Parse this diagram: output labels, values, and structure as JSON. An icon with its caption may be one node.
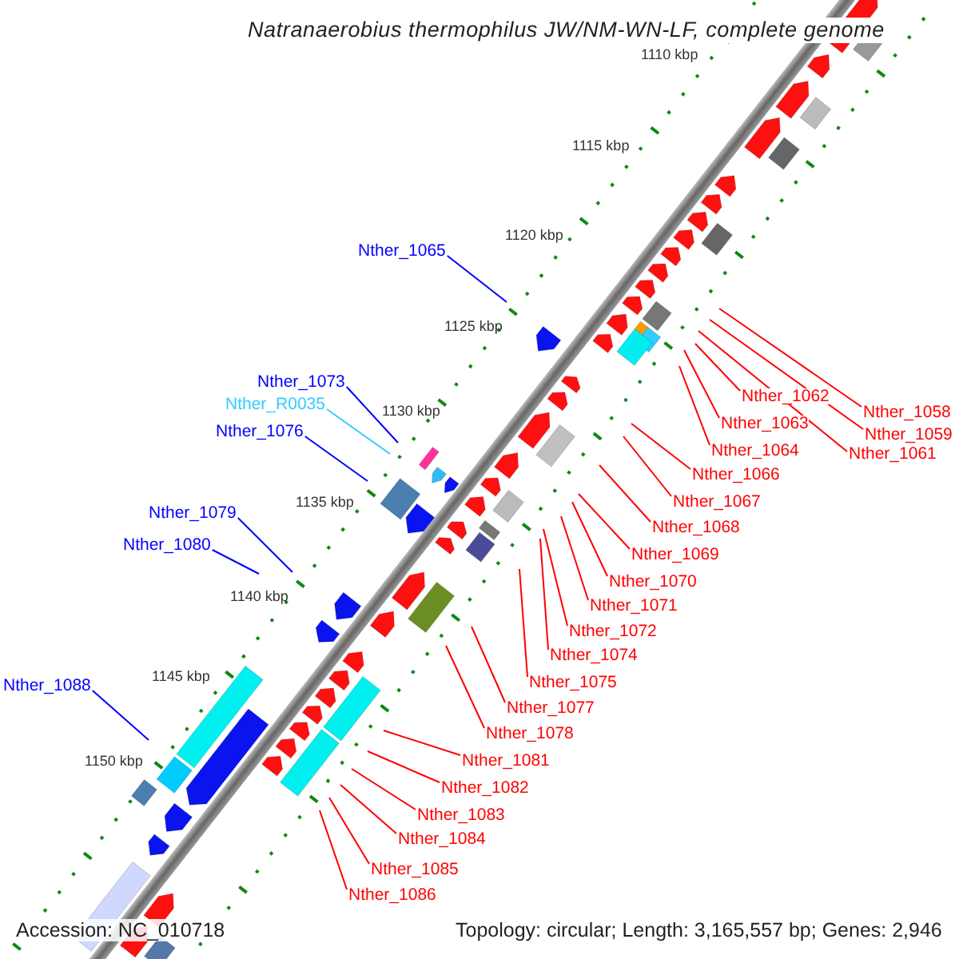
{
  "diagram": {
    "title": "Natranaerobius thermophilus JW/NM-WN-LF, complete genome",
    "nodes": [
      {
        "text": [
          "Nther_1065"
        ]
      },
      {
        "text": [
          "Nther_1073"
        ]
      },
      {
        "text": [
          "Nther_R0035"
        ]
      },
      {
        "text": [
          "Nther_1076"
        ]
      },
      {
        "text": [
          "Nther_1079"
        ]
      },
      {
        "text": [
          "Nther_1080"
        ]
      },
      {
        "text": [
          "Nther_1088"
        ]
      },
      {
        "text": [
          "Nther_1058"
        ]
      },
      {
        "text": [
          "Nther_1059"
        ]
      },
      {
        "text": [
          "Nther_1061"
        ]
      },
      {
        "text": [
          "Nther_1062"
        ]
      },
      {
        "text": [
          "Nther_1063"
        ]
      },
      {
        "text": [
          "Nther_1064"
        ]
      },
      {
        "text": [
          "Nther_1066"
        ]
      },
      {
        "text": [
          "Nther_1067"
        ]
      },
      {
        "text": [
          "Nther_1068"
        ]
      },
      {
        "text": [
          "Nther_1069"
        ]
      },
      {
        "text": [
          "Nther_1070"
        ]
      },
      {
        "text": [
          "Nther_1071"
        ]
      },
      {
        "text": [
          "Nther_1072"
        ]
      },
      {
        "text": [
          "Nther_1074"
        ]
      },
      {
        "text": [
          "Nther_1075"
        ]
      },
      {
        "text": [
          "Nther_1077"
        ]
      },
      {
        "text": [
          "Nther_1078"
        ]
      },
      {
        "text": [
          "Nther_1081"
        ]
      },
      {
        "text": [
          "Nther_1082"
        ]
      },
      {
        "text": [
          "Nther_1083"
        ]
      },
      {
        "text": [
          "Nther_1084"
        ]
      },
      {
        "text": [
          "Nther_1085"
        ]
      },
      {
        "text": [
          "Nther_1086"
        ]
      }
    ],
    "edges": [
      {
        "from": 0,
        "to": null,
        "arrow": "none",
        "color": "#0000ff"
      },
      {
        "from": 1,
        "to": null,
        "arrow": "none",
        "color": "#0000ff"
      },
      {
        "from": 2,
        "to": null,
        "arrow": "none",
        "color": "#33ccff"
      },
      {
        "from": 3,
        "to": null,
        "arrow": "none",
        "color": "#0000ff"
      },
      {
        "from": 4,
        "to": null,
        "arrow": "none",
        "color": "#0000ff"
      },
      {
        "from": 5,
        "to": null,
        "arrow": "none",
        "color": "#0000ff"
      },
      {
        "from": 6,
        "to": null,
        "arrow": "none",
        "color": "#0000ff"
      },
      {
        "from": 7,
        "to": null,
        "arrow": "none"
      },
      {
        "from": 8,
        "to": null,
        "arrow": "none"
      },
      {
        "from": 9,
        "to": null,
        "arrow": "none"
      },
      {
        "from": 10,
        "to": null,
        "arrow": "none"
      },
      {
        "from": 11,
        "to": null,
        "arrow": "none"
      },
      {
        "from": 12,
        "to": null,
        "arrow": "none"
      },
      {
        "from": 13,
        "to": null,
        "arrow": "none"
      },
      {
        "from": 14,
        "to": null,
        "arrow": "none"
      },
      {
        "from": 15,
        "to": null,
        "arrow": "none"
      },
      {
        "from": 16,
        "to": null,
        "arrow": "none"
      },
      {
        "from": 17,
        "to": null,
        "arrow": "none"
      },
      {
        "from": 18,
        "to": null,
        "arrow": "none"
      },
      {
        "from": 19,
        "to": null,
        "arrow": "none"
      },
      {
        "from": 20,
        "to": null,
        "arrow": "none"
      },
      {
        "from": 21,
        "to": null,
        "arrow": "none"
      },
      {
        "from": 22,
        "to": null,
        "arrow": "none"
      },
      {
        "from": 23,
        "to": null,
        "arrow": "none"
      },
      {
        "from": 24,
        "to": null,
        "arrow": "none"
      },
      {
        "from": 25,
        "to": null,
        "arrow": "none"
      },
      {
        "from": 26,
        "to": null,
        "arrow": "none"
      },
      {
        "from": 27,
        "to": null,
        "arrow": "none"
      },
      {
        "from": 28,
        "to": null,
        "arrow": "none"
      },
      {
        "from": 29,
        "to": null,
        "arrow": "none"
      }
    ],
    "labels": [
      "1110 kbp",
      "1115 kbp",
      "1120 kbp",
      "1125 kbp",
      "1130 kbp",
      "1135 kbp",
      "1140 kbp",
      "1145 kbp",
      "1150 kbp",
      "Accession: NC_010718",
      "Topology: circular; Length: 3,165,557 bp; Genes: 2,946"
    ]
  }
}
